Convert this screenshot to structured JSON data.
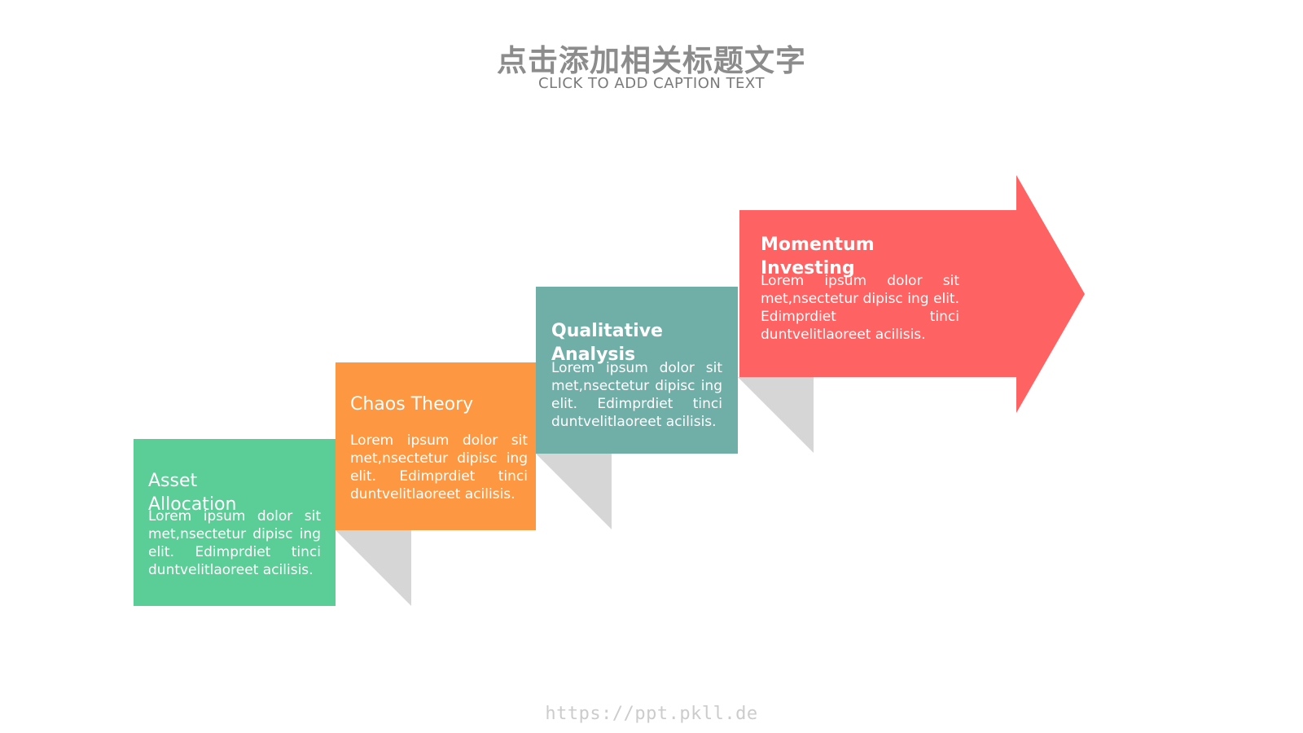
{
  "header": {
    "title": "点击添加相关标题文字",
    "subtitle": "CLICK TO ADD CAPTION TEXT"
  },
  "steps": [
    {
      "title": "Asset Allocation",
      "description": "Lorem ipsum dolor sit met,nsectetur dipisc ing elit. Edimprdiet tinci duntvelitlaoreet acilisis.",
      "color": "#5ace96"
    },
    {
      "title": "Chaos Theory",
      "description": "Lorem ipsum dolor sit met,nsectetur dipisc ing elit. Edimprdiet tinci duntvelitlaoreet acilisis.",
      "color": "#fd9741"
    },
    {
      "title": "Qualitative Analysis",
      "description": "Lorem ipsum dolor sit met,nsectetur dipisc ing elit. Edimprdiet tinci duntvelitlaoreet acilisis.",
      "color": "#70aea8"
    },
    {
      "title": "Momentum Investing",
      "description": "Lorem ipsum dolor sit met,nsectetur dipisc ing elit. Edimprdiet tinci duntvelitlaoreet acilisis.",
      "color": "#fe6262"
    }
  ],
  "fold_color": "#d6d6d6",
  "footer": {
    "url": "https://ppt.pkll.de"
  }
}
